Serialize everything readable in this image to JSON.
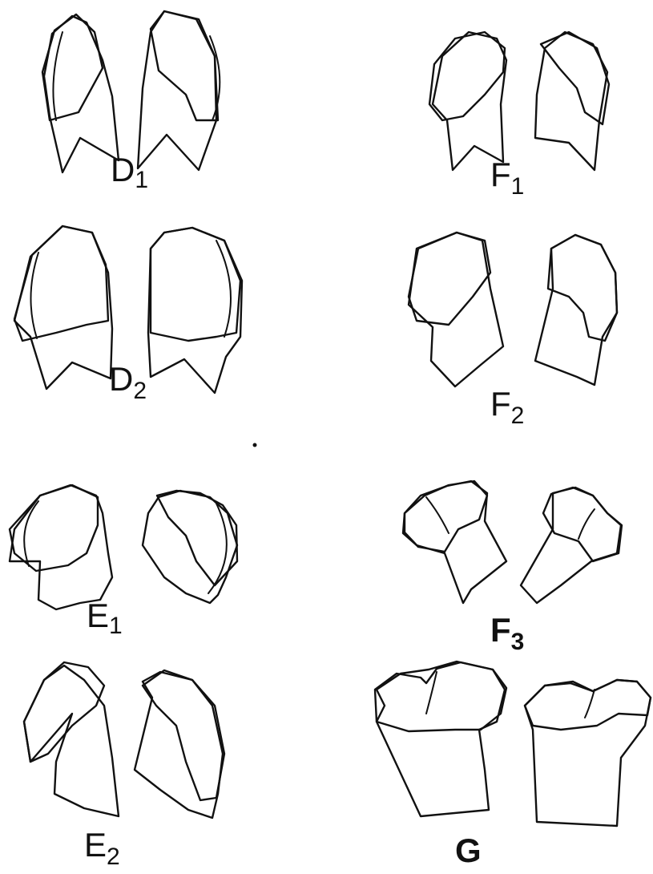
{
  "figure_labels": {
    "D1": {
      "letter": "D",
      "sub": "1"
    },
    "D2": {
      "letter": "D",
      "sub": "2"
    },
    "E1": {
      "letter": "E",
      "sub": "1"
    },
    "E2": {
      "letter": "E",
      "sub": "2"
    },
    "F1": {
      "letter": "F",
      "sub": "1"
    },
    "F2": {
      "letter": "F",
      "sub": "2"
    },
    "F3": {
      "letter": "F",
      "sub": "3"
    },
    "G": {
      "letter": "G",
      "sub": ""
    }
  }
}
